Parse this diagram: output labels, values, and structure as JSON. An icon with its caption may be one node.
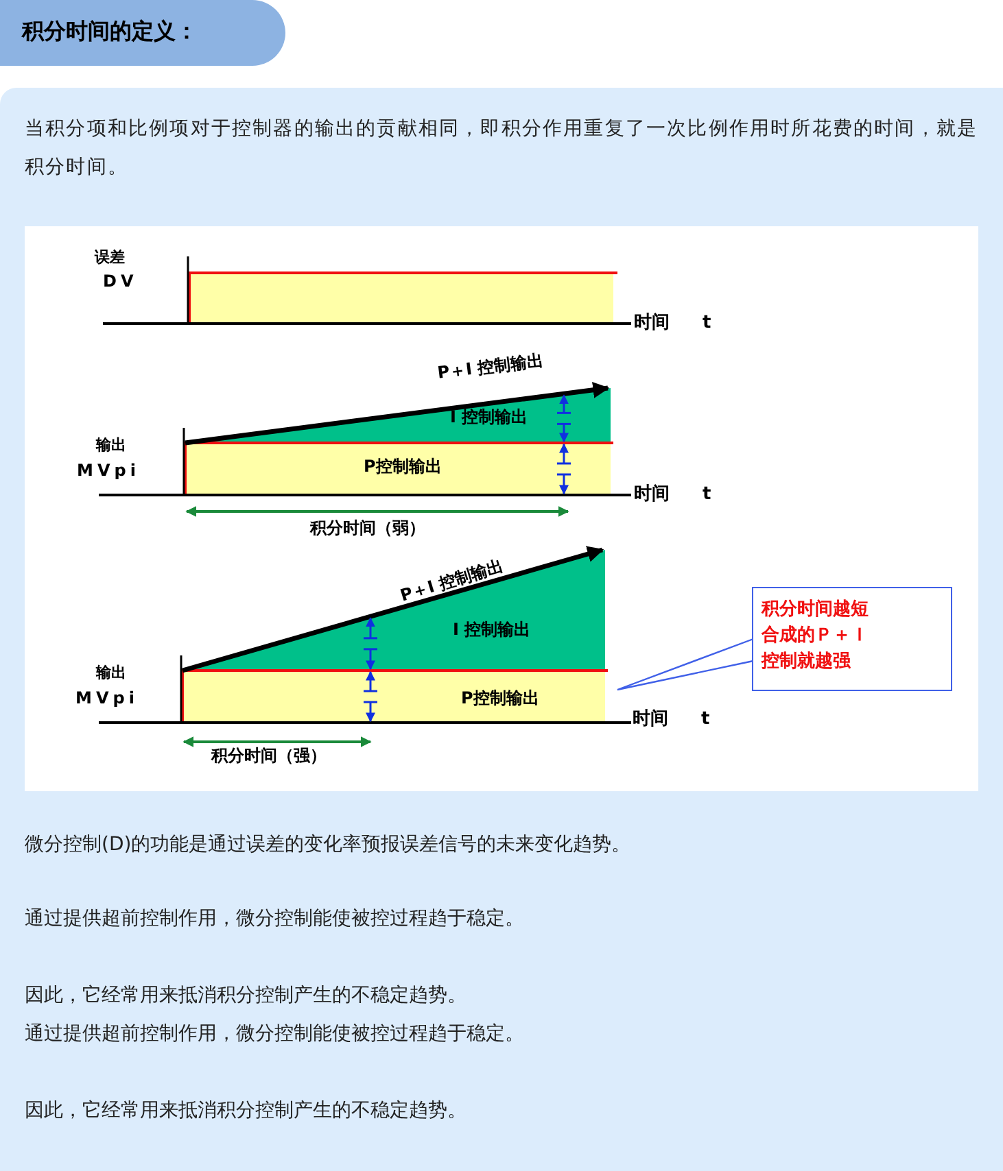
{
  "diagram": {
    "nodes": [
      {
        "text": [
          "积分时间的定义："
        ]
      },
      {
        "text": [
          "积分时间越短合成的Ｐ＋Ｉ控制就越强"
        ]
      }
    ],
    "edges": [],
    "labels": [
      "当积分项和比例项对于控制器的输出的贡献相同，即积分作用重复了一次比例作用时所花费的时间，就是积分时间。",
      "误差",
      "DV",
      "时间",
      "t",
      "P＋I 控制输出",
      "I 控制输出",
      "输出",
      "MVpi",
      "P控制输出",
      "时间",
      "t",
      "积分时间（弱）",
      "P＋I 控制输出",
      "I 控制输出",
      "输出",
      "MVpi",
      "P控制输出",
      "时间",
      "t",
      "积分时间（强）",
      "微分控制(D)的功能是通过误差的变化率预报误差信号的未来变化趋势。",
      "通过提供超前控制作用，微分控制能使被控过程趋于稳定。",
      "因此，它经常用来抵消积分控制产生的不稳定趋势。",
      "通过提供超前控制作用，微分控制能使被控过程趋于稳定。",
      "因此，它经常用来抵消积分控制产生的不稳定趋势。"
    ]
  }
}
